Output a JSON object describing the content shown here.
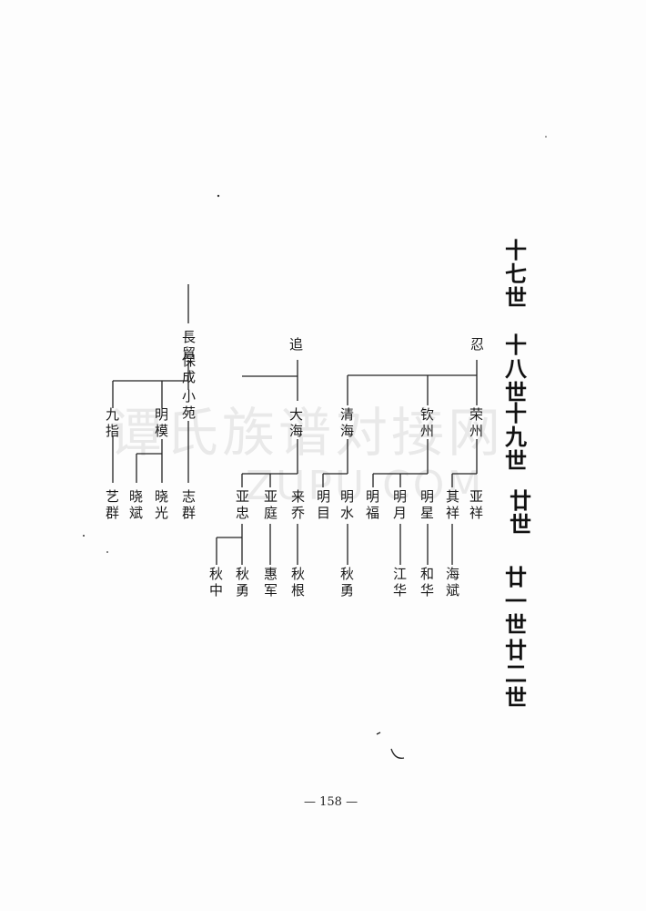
{
  "generations": [
    "十七世",
    "十八世",
    "十九世",
    "廿世",
    "廿一世",
    "廿二世"
  ],
  "names": {
    "baocheng": "保成",
    "changgui": "長貿",
    "jiuzhi": "九指",
    "mingmo": "明模",
    "xiaohua": "小苑",
    "yiqun": "艺群",
    "xiaobin": "晓斌",
    "xiaoguang": "晓光",
    "zhiqun": "志群",
    "zhui": "追",
    "dahai": "大海",
    "zhuangzong": "亚忠",
    "yating": "亚庭",
    "laiqiao": "来乔",
    "qiuzhong": "秋中",
    "qiuyong_a": "秋勇",
    "huijun": "惠军",
    "qiugen": "秋根",
    "ren": "忍",
    "qinghai": "清海",
    "qinzhou": "钦州",
    "rongzhou": "荣州",
    "mingmu": "明目",
    "mingshui": "明水",
    "qiuyong_b": "秋勇",
    "mingfu": "明福",
    "mingyue": "明月",
    "mingxing": "明星",
    "jiangzhou": "江华",
    "heping": "和华",
    "qixiang": "其祥",
    "yaxiang": "亚祥",
    "haibin": "海斌"
  },
  "watermark": {
    "cn": "谭氏族谱对接网",
    "en": "ZUPU.COM"
  },
  "page_number": "— 158 —"
}
